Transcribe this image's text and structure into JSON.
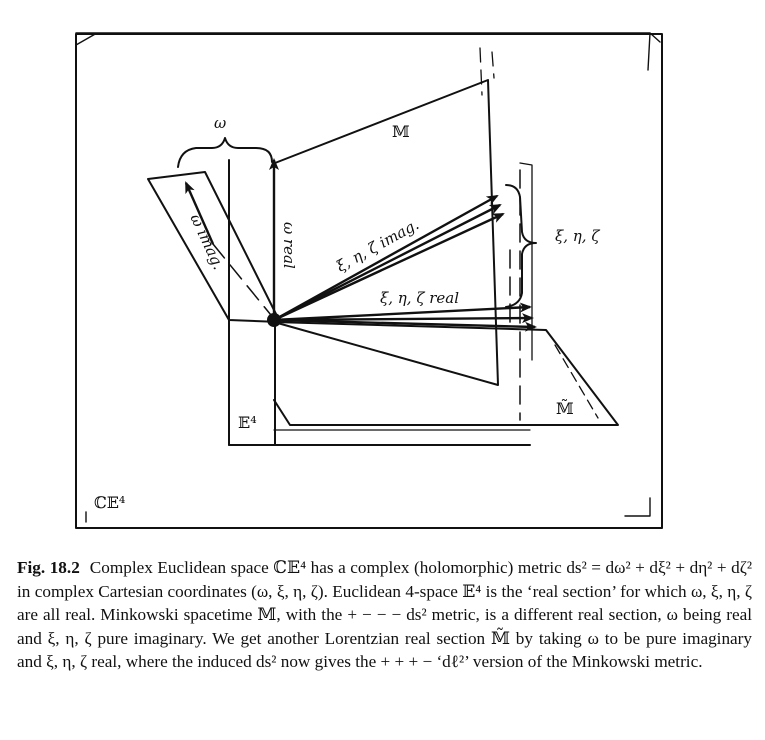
{
  "diagram": {
    "labels": {
      "omega": "ω",
      "M": "𝕄",
      "omega_imag": "ω imag.",
      "omega_real": "ω real",
      "xi_eta_zeta_imag": "ξ, η, ζ imag.",
      "xi_eta_zeta_real": "ξ, η, ζ real",
      "xi_eta_zeta": "ξ, η, ζ",
      "M_tilde": "𝕄̃",
      "E4": "𝔼⁴",
      "CE4": "ℂ𝔼⁴"
    },
    "colors": {
      "ink": "#111111",
      "background": "#ffffff"
    }
  },
  "caption": {
    "label": "Fig. 18.2",
    "text": "Complex Euclidean space ℂ𝔼⁴ has a complex (holomorphic) metric ds² = dω² + dξ² + dη² + dζ² in complex Cartesian coordinates (ω, ξ, η, ζ). Euclidean 4-space 𝔼⁴ is the ‘real section’ for which ω, ξ, η, ζ are all real. Minkowski spacetime 𝕄, with the + − − − ds² metric, is a different real section, ω being real and ξ, η, ζ pure imaginary. We get another Lorentzian real section 𝕄̃ by taking ω to be pure imaginary and ξ, η, ζ real, where the induced ds² now gives the + + + − ‘dℓ²’ version of the Minkowski metric."
  }
}
